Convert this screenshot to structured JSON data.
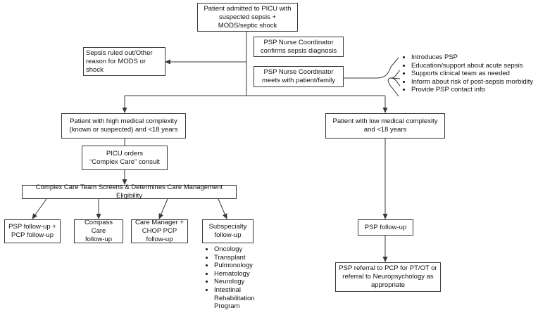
{
  "colors": {
    "line": "#3a3a3a",
    "text": "#111111",
    "background": "#ffffff"
  },
  "nodes": {
    "admitted": "Patient admitted to PICU with\nsuspected sepsis +\nMODS/septic shock",
    "ruled_out": "Sepsis ruled out/Other\nreason for MODS or\nshock",
    "confirms": "PSP Nurse Coordinator\nconfirms sepsis diagnosis",
    "meets": "PSP Nurse Coordinator\nmeets with patient/family",
    "high_complexity": "Patient with high medical complexity\n(known or suspected) and <18 years",
    "low_complexity": "Patient with low medical complexity\nand <18 years",
    "picu_orders": "PICU orders\n“Complex Care” consult",
    "screens": "Complex Care Team Screens & Determines Care Management Eligibility",
    "psp_pcp": "PSP follow-up +\nPCP follow-up",
    "compass": "Compass Care\nfollow-up",
    "care_manager": "Care Manager +\nCHOP PCP\nfollow-up",
    "subspecialty": "Subspecialty\nfollow-up",
    "psp_followup": "PSP follow-up",
    "psp_referral": "PSP referral to PCP for PT/OT or\nreferral to Neuropsychology as\nappropriate"
  },
  "meeting_items": [
    "Introduces PSP",
    "Education/support about acute sepsis",
    "Supports clinical team as needed",
    "Inform about risk of post-sepsis morbidity",
    "Provide PSP contact info"
  ],
  "subspecialty_items": [
    "Oncology",
    "Transplant",
    "Pulmonology",
    "Hematology",
    "Neurology",
    "Intestinal Rehabilitation Program"
  ]
}
